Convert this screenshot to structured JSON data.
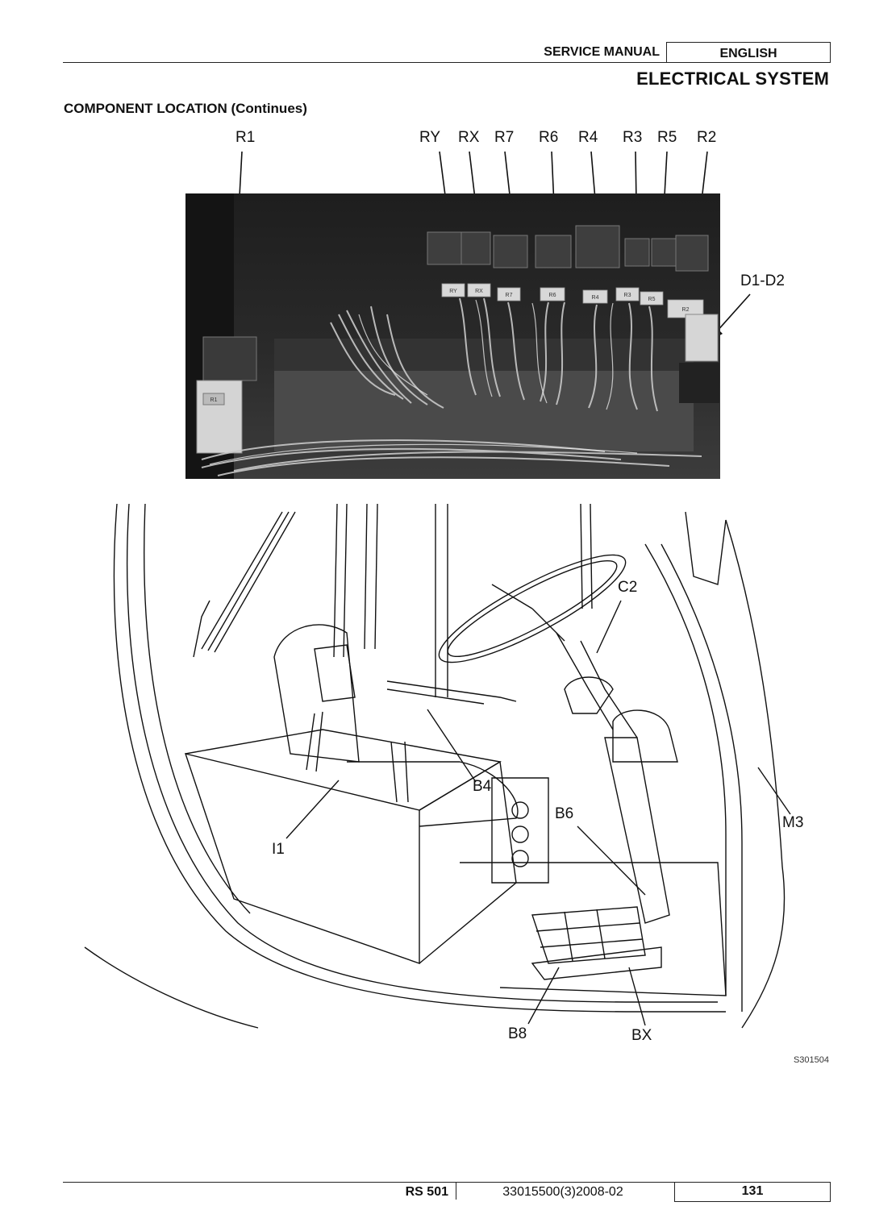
{
  "header": {
    "manual": "SERVICE MANUAL",
    "language": "ENGLISH",
    "section_title": "ELECTRICAL SYSTEM",
    "subsection_title": "COMPONENT LOCATION (Continues)"
  },
  "photo_labels": {
    "r1": "R1",
    "ry": "RY",
    "rx": "RX",
    "r7": "R7",
    "r6": "R6",
    "r4": "R4",
    "r3": "R3",
    "r5": "R5",
    "r2": "R2",
    "d1d2": "D1-D2"
  },
  "relay_tags": {
    "ry": "RY",
    "rx": "RX",
    "r7": "R7",
    "r6": "R6",
    "r4": "R4",
    "r3": "R3",
    "r5": "R5",
    "r2": "R2",
    "r1": "R1"
  },
  "drawing_labels": {
    "c2": "C2",
    "b4": "B4",
    "b6": "B6",
    "m3": "M3",
    "i1": "I1",
    "b8": "B8",
    "bx": "BX"
  },
  "figure_code": "S301504",
  "footer": {
    "model": "RS 501",
    "doc_number": "33015500(3)2008-02",
    "page": "131"
  }
}
